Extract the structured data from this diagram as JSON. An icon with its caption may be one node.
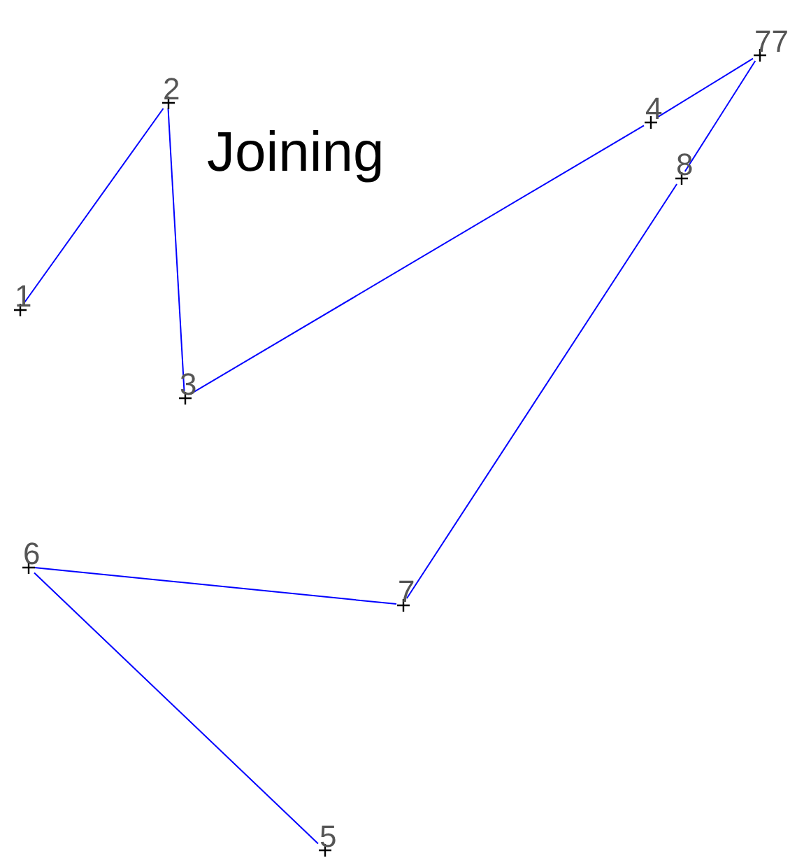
{
  "diagram": {
    "title": "Joining",
    "nodes": [
      {
        "text": [
          "1"
        ]
      },
      {
        "text": [
          "2"
        ]
      },
      {
        "text": [
          "3"
        ]
      },
      {
        "text": [
          "4"
        ]
      },
      {
        "text": [
          "77"
        ]
      },
      {
        "text": [
          "8"
        ]
      },
      {
        "text": [
          "7"
        ]
      },
      {
        "text": [
          "6"
        ]
      },
      {
        "text": [
          "5"
        ]
      }
    ],
    "edges": [
      {
        "from": 0,
        "to": 1,
        "arrow": "none"
      },
      {
        "from": 1,
        "to": 2,
        "arrow": "none"
      },
      {
        "from": 2,
        "to": 3,
        "arrow": "none"
      },
      {
        "from": 3,
        "to": 4,
        "arrow": "none"
      },
      {
        "from": 4,
        "to": 5,
        "arrow": "none"
      },
      {
        "from": 5,
        "to": 6,
        "arrow": "none"
      },
      {
        "from": 6,
        "to": 7,
        "arrow": "none"
      },
      {
        "from": 7,
        "to": 8,
        "arrow": "none"
      }
    ]
  }
}
